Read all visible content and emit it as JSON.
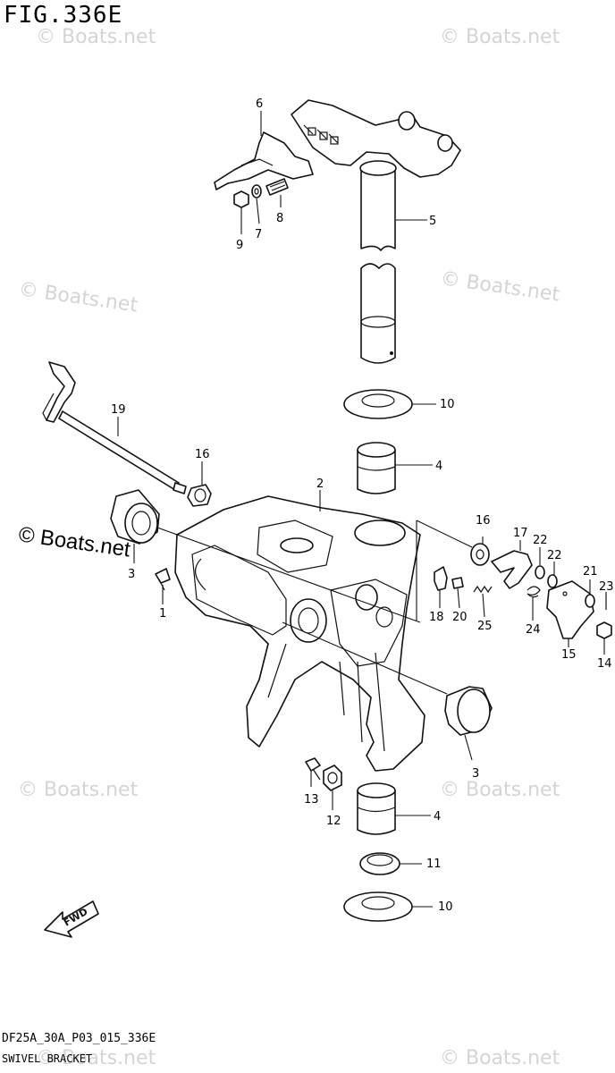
{
  "figure": {
    "title": "FIG.336E",
    "code": "DF25A_30A_P03_015_336E",
    "name": "SWIVEL BRACKET"
  },
  "watermark": {
    "text": "© Boats.net",
    "prominent_text": "© Boats.net"
  },
  "fwd_label": "FWD",
  "callouts": {
    "p1": "1",
    "p2": "2",
    "p3a": "3",
    "p3b": "3",
    "p4a": "4",
    "p4b": "4",
    "p5": "5",
    "p6": "6",
    "p7": "7",
    "p8": "8",
    "p9": "9",
    "p10a": "10",
    "p10b": "10",
    "p11": "11",
    "p12": "12",
    "p13": "13",
    "p14": "14",
    "p15": "15",
    "p16a": "16",
    "p16b": "16",
    "p17": "17",
    "p18": "18",
    "p19": "19",
    "p20": "20",
    "p21": "21",
    "p22a": "22",
    "p22b": "22",
    "p23": "23",
    "p24": "24",
    "p25": "25"
  }
}
